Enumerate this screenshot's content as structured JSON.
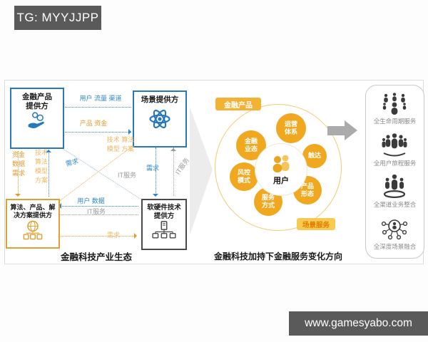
{
  "header": {
    "tag_label": "TG: MYYJJPP"
  },
  "footer": {
    "site_label": "www.gamesyabo.com"
  },
  "colors": {
    "accent_blue": "#2878BE",
    "accent_orange": "#E39A2E",
    "amber": "#EFA81F",
    "bar_gray": "#5a5a5a"
  },
  "diagram": {
    "left": {
      "caption": "金融科技产业生态",
      "boxes": {
        "financial": {
          "label": "金融产品\n提供方"
        },
        "scene": {
          "label": "场景提供方"
        },
        "algorithm": {
          "label": "算法、产品、解\n决方案提供方"
        },
        "hardware": {
          "label": "软硬件技术\n提供方"
        }
      },
      "edge_labels": {
        "users_traffic_channel": "用户 流量 渠道",
        "product_capital": "产品 资金",
        "tech_algo_model_plan": "技术 算法\n模型 方案",
        "capital_data_demand": "资金\n数据\n需求",
        "tech_algo_model_plan_v": "技术\n算法\n模型\n方案",
        "demand_left": "需求",
        "demand_mid": "需求",
        "it_service_1": "IT服务",
        "it_service_2": "IT服务",
        "users_data": "用户 数据",
        "it_service_3": "IT服务",
        "demand_bottom": "需求"
      }
    },
    "right": {
      "caption": "金融科技加持下金融服务变化方向",
      "tag_top": "金融产品",
      "tag_bottom": "场景服务",
      "center_label": "用户",
      "circles": [
        {
          "label": "金融\n业态"
        },
        {
          "label": "运营\n体系"
        },
        {
          "label": "触达"
        },
        {
          "label": "产品\n形态"
        },
        {
          "label": "服务\n方式"
        },
        {
          "label": "风控\n模式"
        }
      ]
    },
    "services": {
      "items": [
        {
          "label": "全生命周期服务",
          "icon": "lifecycle-people-icon"
        },
        {
          "label": "全用户旅程服务",
          "icon": "user-journey-people-icon"
        },
        {
          "label": "全渠道业务整合",
          "icon": "channel-integration-people-icon"
        },
        {
          "label": "全深度场景融合",
          "icon": "deep-scene-network-icon"
        }
      ]
    }
  }
}
